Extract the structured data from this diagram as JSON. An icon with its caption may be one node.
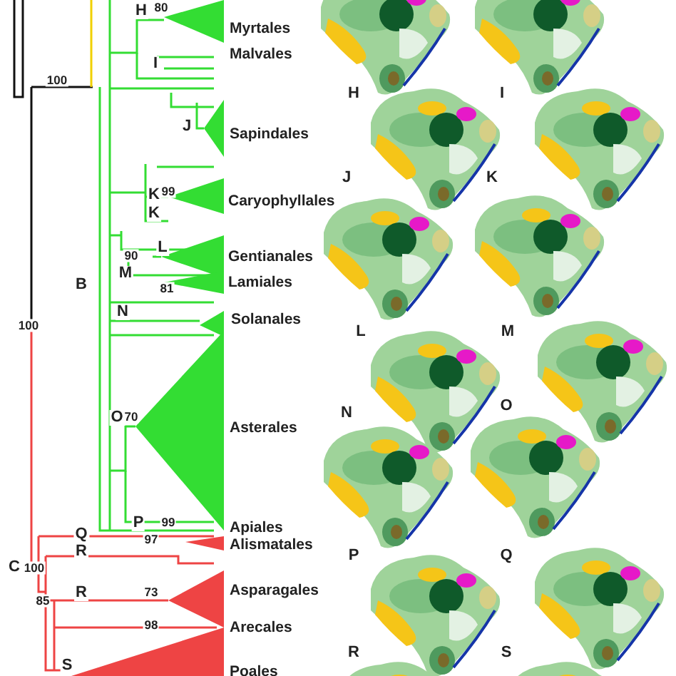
{
  "diagram": {
    "labels": [
      "H",
      "80",
      "Myrtales",
      "Malvales",
      "I",
      "100",
      "J",
      "Sapindales",
      "K",
      "99",
      "Caryophyllales",
      "K",
      "L",
      "90",
      "Gentianales",
      "M",
      "Lamiales",
      "81",
      "B",
      "N",
      "Solanales",
      "100",
      "O",
      "70",
      "Asterales",
      "P",
      "99",
      "Apiales",
      "Q",
      "97",
      "Alismatales",
      "R",
      "C",
      "100",
      "R",
      "73",
      "Asparagales",
      "85",
      "98",
      "Arecales",
      "S",
      "Poales",
      "H",
      "I",
      "J",
      "K",
      "L",
      "M",
      "N",
      "O",
      "P",
      "Q",
      "R",
      "S"
    ]
  }
}
